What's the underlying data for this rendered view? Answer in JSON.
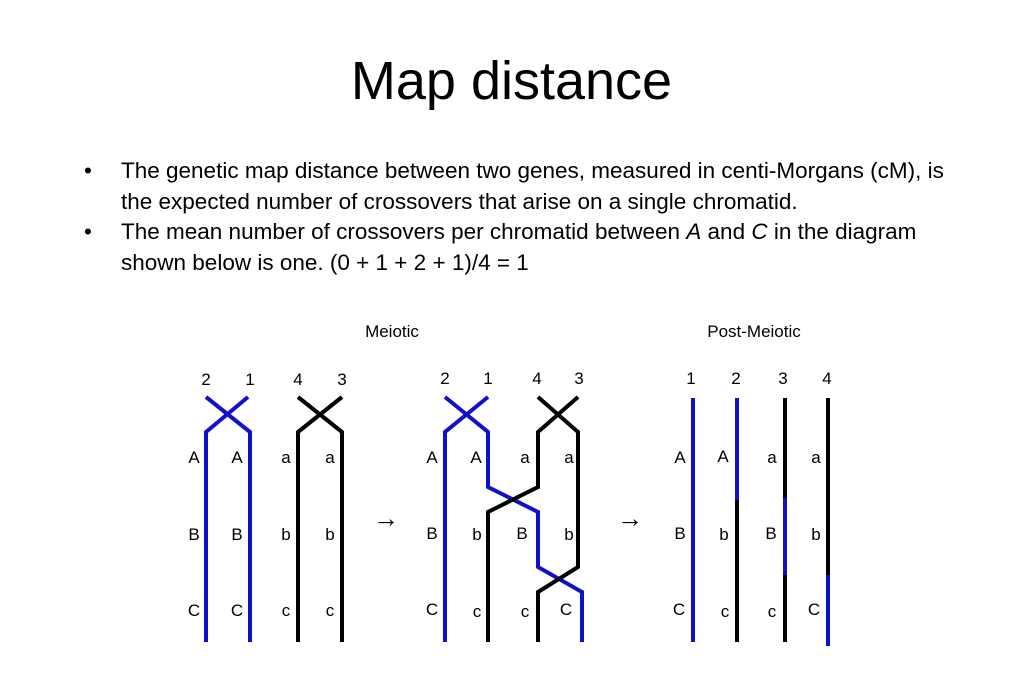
{
  "slide": {
    "title": "Map distance",
    "bullets": [
      {
        "t1": "The genetic map distance between two genes, measured in centi-Morgans (cM), is the expected number of crossovers that arise on a single chromatid."
      },
      {
        "t1": "The mean number of crossovers per chromatid between ",
        "a": "A",
        "t2": " and ",
        "c": "C",
        "t3": " in the diagram shown below is one. (0 + 1 + 2 + 1)/4 = 1"
      }
    ]
  },
  "diagram": {
    "bullet_glyph": "•",
    "arrow_glyph": "→",
    "colors": {
      "blue": "#1010cc",
      "black": "#000000"
    },
    "headers": {
      "meiotic": "Meiotic",
      "post_meiotic": "Post-Meiotic"
    },
    "panel1": {
      "chromatid_numbers": [
        "2",
        "1",
        "4",
        "3"
      ],
      "row_a": [
        "A",
        "A",
        "a",
        "a"
      ],
      "row_b": [
        "B",
        "B",
        "b",
        "b"
      ],
      "row_c": [
        "C",
        "C",
        "c",
        "c"
      ]
    },
    "panel2": {
      "chromatid_numbers": [
        "2",
        "1",
        "4",
        "3"
      ],
      "row_a": [
        "A",
        "A",
        "a",
        "a"
      ],
      "row_b": [
        "B",
        "b",
        "B",
        "b"
      ],
      "row_c": [
        "C",
        "c",
        "c",
        "C"
      ]
    },
    "panel3": {
      "chromatid_numbers": [
        "1",
        "2",
        "3",
        "4"
      ],
      "row_a": [
        "A",
        "A",
        "a",
        "a"
      ],
      "row_b": [
        "B",
        "b",
        "B",
        "b"
      ],
      "row_c": [
        "C",
        "c",
        "c",
        "C"
      ]
    }
  }
}
